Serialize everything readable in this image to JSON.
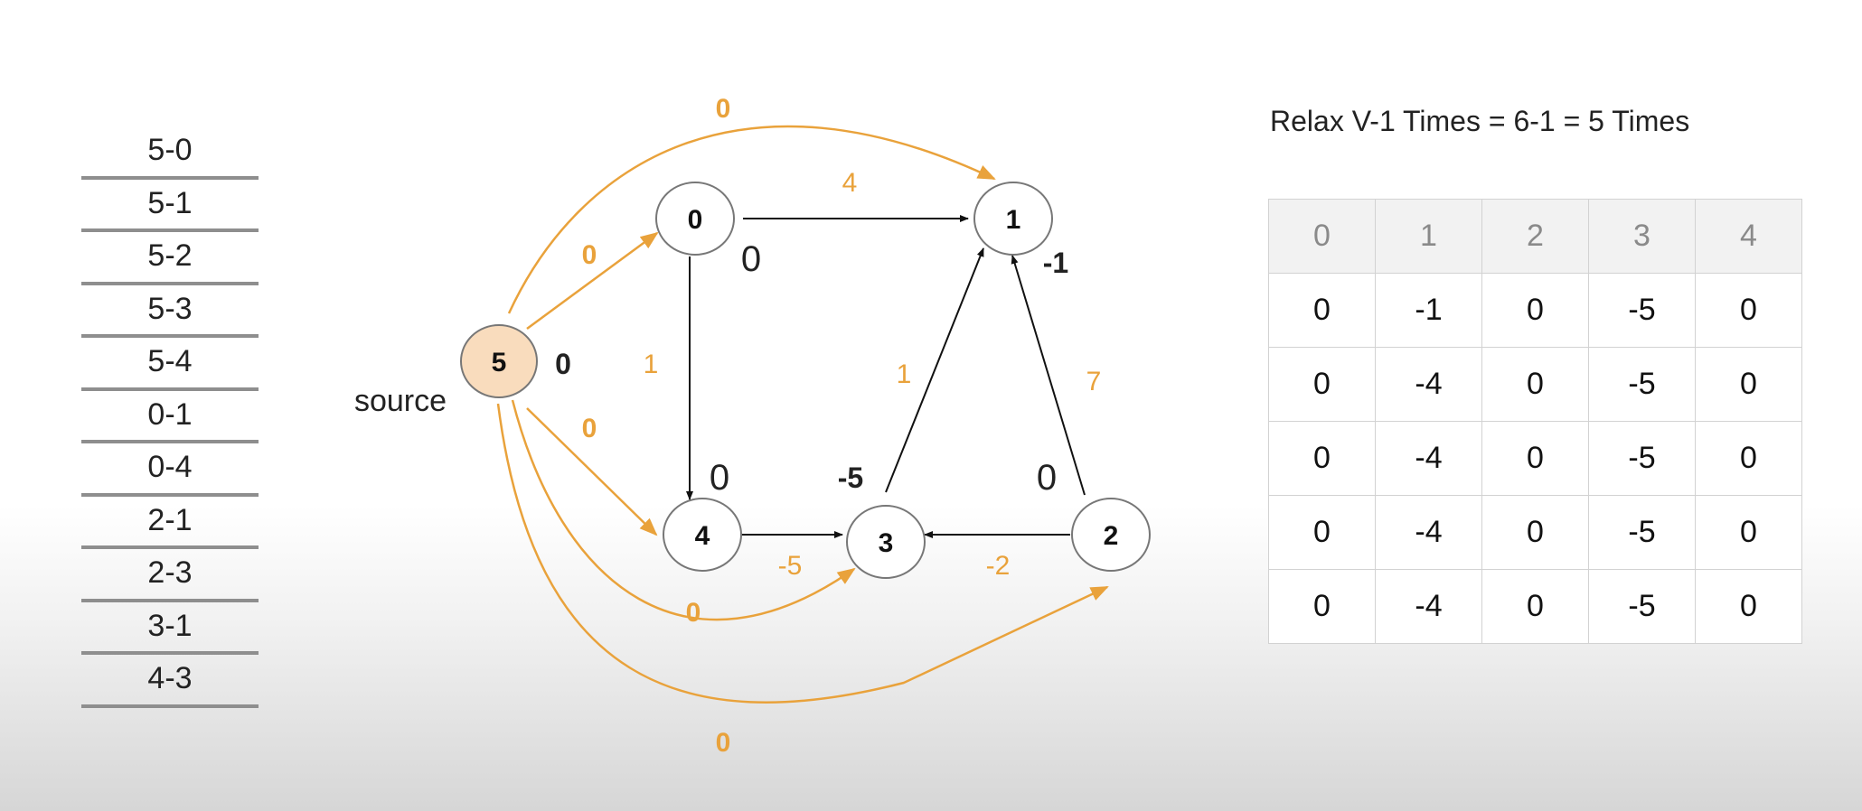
{
  "edge_list": [
    "5-0",
    "5-1",
    "5-2",
    "5-3",
    "5-4",
    "0-1",
    "0-4",
    "2-1",
    "2-3",
    "3-1",
    "4-3"
  ],
  "graph": {
    "source_label": "source",
    "nodes": [
      {
        "id": "5",
        "distance": "0",
        "source": true
      },
      {
        "id": "0",
        "distance": "0"
      },
      {
        "id": "1",
        "distance": "-1"
      },
      {
        "id": "4",
        "distance": "0"
      },
      {
        "id": "3",
        "distance": "-5"
      },
      {
        "id": "2",
        "distance": "0"
      }
    ],
    "edges": [
      {
        "from": "5",
        "to": "1",
        "weight": "0",
        "virtual": true
      },
      {
        "from": "5",
        "to": "0",
        "weight": "0",
        "virtual": true
      },
      {
        "from": "5",
        "to": "4",
        "weight": "0",
        "virtual": true
      },
      {
        "from": "5",
        "to": "3",
        "weight": "0",
        "virtual": true
      },
      {
        "from": "5",
        "to": "2",
        "weight": "0",
        "virtual": true
      },
      {
        "from": "0",
        "to": "1",
        "weight": "4"
      },
      {
        "from": "0",
        "to": "4",
        "weight": "1"
      },
      {
        "from": "4",
        "to": "3",
        "weight": "-5"
      },
      {
        "from": "2",
        "to": "3",
        "weight": "-2"
      },
      {
        "from": "3",
        "to": "1",
        "weight": "1"
      },
      {
        "from": "2",
        "to": "1",
        "weight": "7"
      }
    ],
    "colors": {
      "virtual_edge": "#e9a23b",
      "source_fill": "#f9dcbd",
      "edge": "#111111"
    }
  },
  "relax_caption": "Relax V-1 Times = 6-1 = 5 Times",
  "distance_table": {
    "headers": [
      "0",
      "1",
      "2",
      "3",
      "4"
    ],
    "rows": [
      [
        "0",
        "-1",
        "0",
        "-5",
        "0"
      ],
      [
        "0",
        "-4",
        "0",
        "-5",
        "0"
      ],
      [
        "0",
        "-4",
        "0",
        "-5",
        "0"
      ],
      [
        "0",
        "-4",
        "0",
        "-5",
        "0"
      ],
      [
        "0",
        "-4",
        "0",
        "-5",
        "0"
      ]
    ]
  }
}
